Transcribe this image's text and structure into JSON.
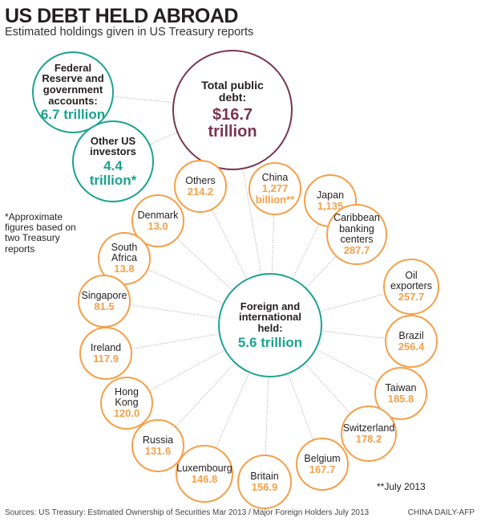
{
  "title": "US DEBT HELD ABROAD",
  "subtitle": "Estimated holdings given in US Treasury reports",
  "colors": {
    "foreign_holder": "#f5a04a",
    "domestic": "#1aa38e",
    "total": "#7a3552"
  },
  "total": {
    "label": "Total public debt:",
    "value": "$16.7 trillion"
  },
  "federal": {
    "label": "Federal Reserve and government accounts:",
    "value": "6.7 trillion"
  },
  "other_us": {
    "label": "Other US investors",
    "value": "4.4 trillion*"
  },
  "foreign": {
    "label": "Foreign and international held:",
    "value": "5.6 trillion"
  },
  "holders_unit": "billion",
  "holders": [
    {
      "name": "China",
      "value": "1,277 billion**"
    },
    {
      "name": "Others",
      "value": "214.2"
    },
    {
      "name": "Japan",
      "value": "1,135"
    },
    {
      "name": "Caribbean banking centers",
      "value": "287.7"
    },
    {
      "name": "Denmark",
      "value": "13.0"
    },
    {
      "name": "South Africa",
      "value": "13.8"
    },
    {
      "name": "Singapore",
      "value": "81.5"
    },
    {
      "name": "Oil exporters",
      "value": "257.7"
    },
    {
      "name": "Brazil",
      "value": "256.4"
    },
    {
      "name": "Ireland",
      "value": "117.9"
    },
    {
      "name": "Taiwan",
      "value": "185.8"
    },
    {
      "name": "Hong Kong",
      "value": "120.0"
    },
    {
      "name": "Switzerland",
      "value": "178.2"
    },
    {
      "name": "Russia",
      "value": "131.6"
    },
    {
      "name": "Belgium",
      "value": "167.7"
    },
    {
      "name": "Luxembourg",
      "value": "146.8"
    },
    {
      "name": "Britain",
      "value": "156.9"
    }
  ],
  "footnote_approx": "*Approximate figures based on two Treasury reports",
  "footnote_date": "**July 2013",
  "sources": "Sources: US Treasury: Estimated Ownership of Securities Mar 2013 / Major Foreign Holders July 2013",
  "credit": "CHINA DAILY-AFP"
}
